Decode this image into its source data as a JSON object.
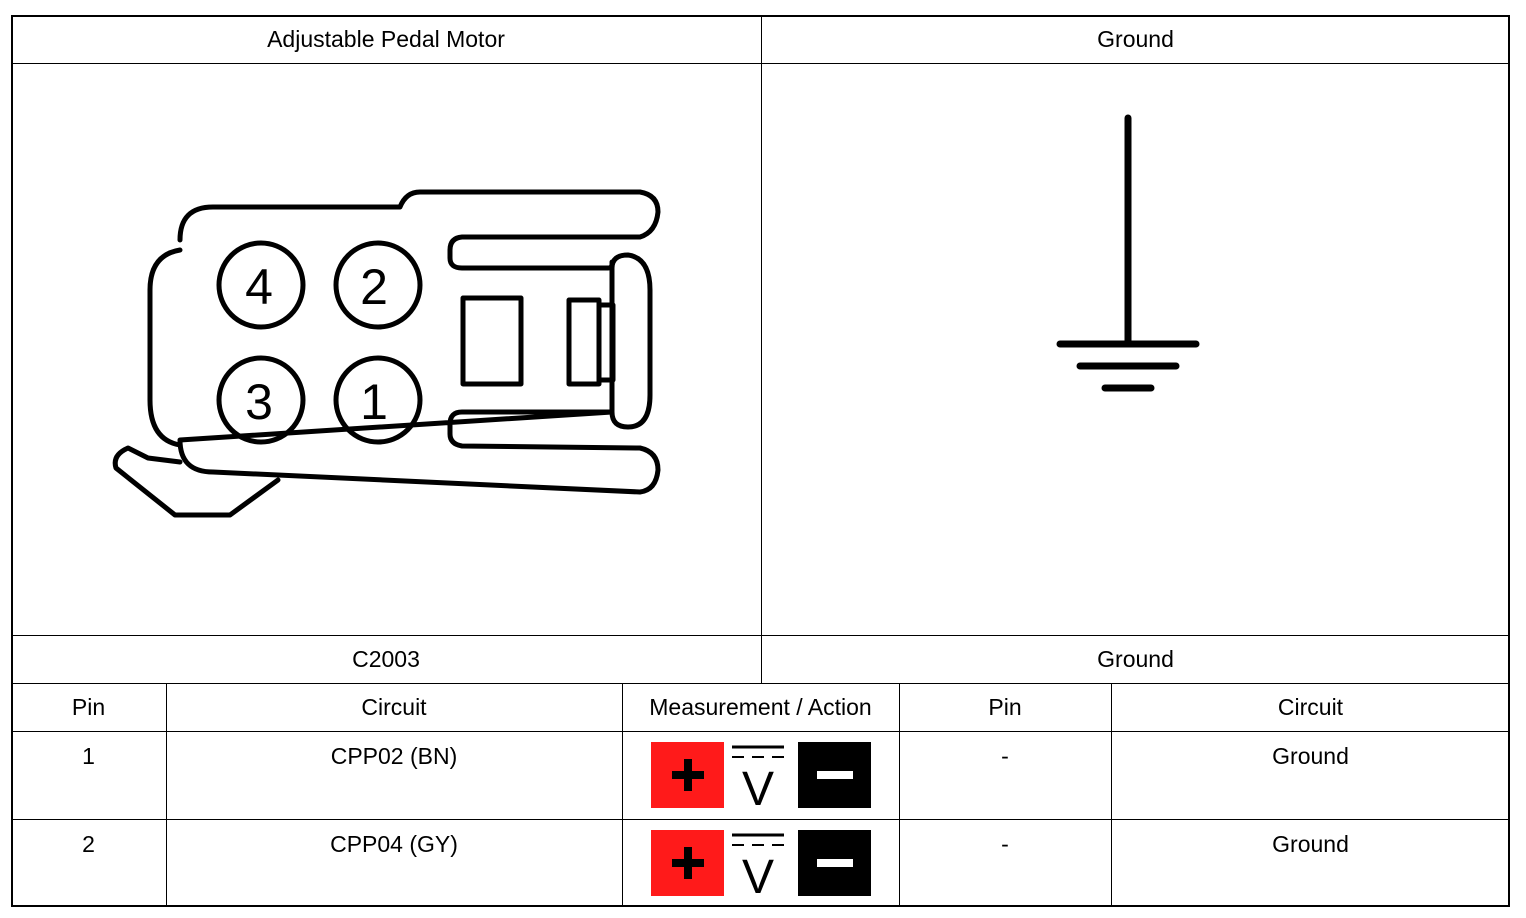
{
  "left_panel": {
    "title": "Adjustable Pedal Motor",
    "connector_id": "C2003",
    "pin_labels": [
      "4",
      "2",
      "3",
      "1"
    ]
  },
  "right_panel": {
    "title": "Ground",
    "footer": "Ground"
  },
  "table": {
    "headers": [
      "Pin",
      "Circuit",
      "Measurement / Action",
      "Pin",
      "Circuit"
    ],
    "rows": [
      {
        "pin": "1",
        "circuit": "CPP02 (BN)",
        "pin2": "-",
        "circuit2": "Ground"
      },
      {
        "pin": "2",
        "circuit": "CPP04 (GY)",
        "pin2": "-",
        "circuit2": "Ground"
      }
    ]
  },
  "meter_icon": {
    "plus_color": "#ff1a1a",
    "minus_color": "#000000",
    "symbol": "V"
  }
}
